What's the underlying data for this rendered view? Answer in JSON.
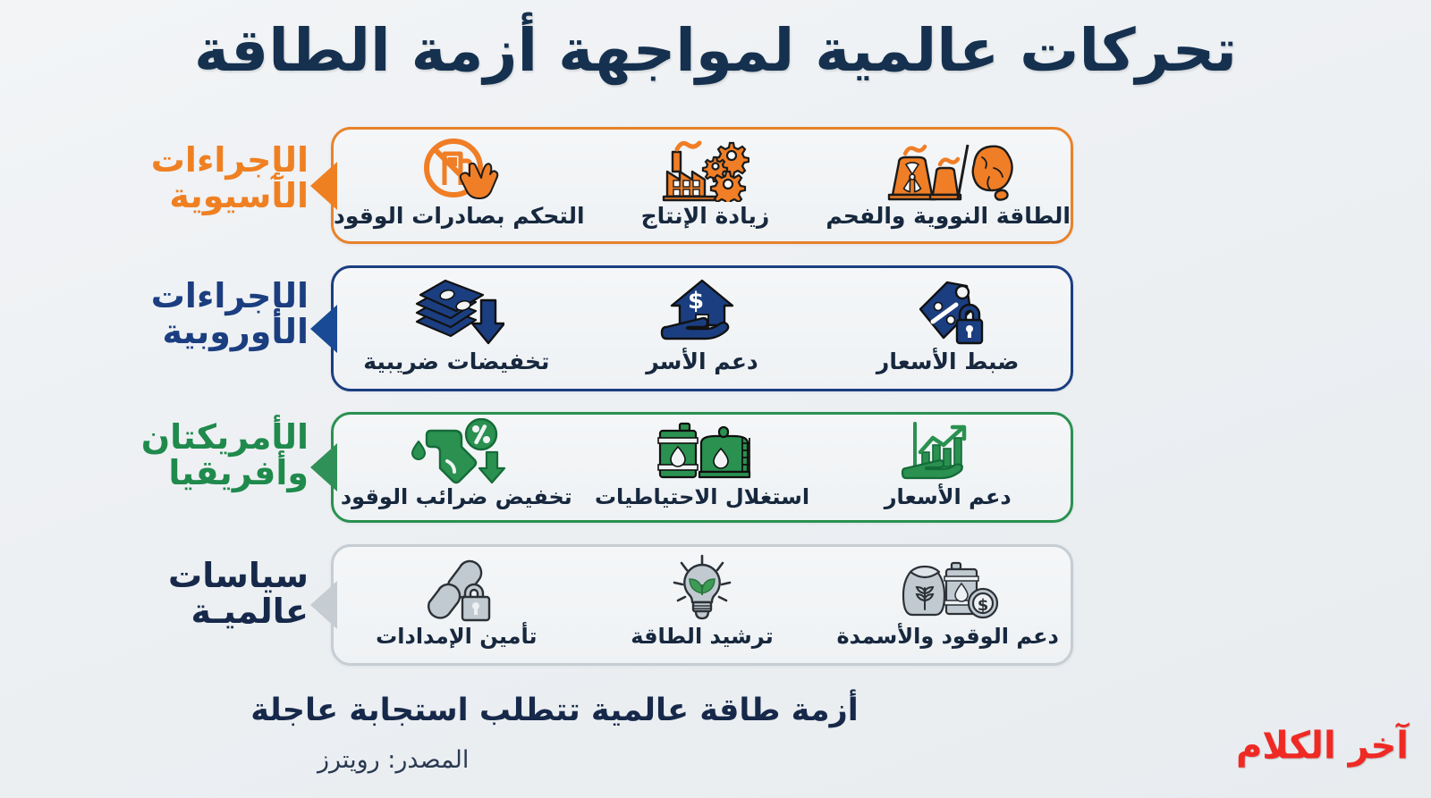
{
  "header": {
    "title": "تحركات عالمية لمواجهة أزمة الطاقة"
  },
  "colors": {
    "asia": "#ef8022",
    "europe": "#1b3e80",
    "americas_africa": "#1f8a4c",
    "global": "#17294a",
    "gray_icon": "#a8b2bb",
    "background": "#eef1f4",
    "logo_red": "#ef2a24",
    "label_text": "#17283e"
  },
  "rows": [
    {
      "category": "الإجراءات الآسيوية",
      "category_line1": "الإجراءات",
      "category_line2": "الآسيوية",
      "accent": "#ef8022",
      "items": [
        {
          "label": "الطاقة النووية والفحم",
          "icon": "nuclear-coal-icon"
        },
        {
          "label": "زيادة الإنتاج",
          "icon": "factory-gears-icon"
        },
        {
          "label": "التحكم بصادرات الوقود",
          "icon": "fuel-export-ban-icon"
        }
      ]
    },
    {
      "category": "الإجراءات الأوروبية",
      "category_line1": "الإجراءات",
      "category_line2": "الأوروبية",
      "accent": "#1b3e80",
      "items": [
        {
          "label": "ضبط الأسعار",
          "icon": "price-tag-lock-icon"
        },
        {
          "label": "دعم الأسر",
          "icon": "hand-house-dollar-icon"
        },
        {
          "label": "تخفيضات ضريبية",
          "icon": "cash-stack-down-arrow-icon"
        }
      ]
    },
    {
      "category": "الأمريكتان وأفريقيا",
      "category_line1": "الأمريكتان",
      "category_line2": "وأفريقيا",
      "accent": "#1f8a4c",
      "items": [
        {
          "label": "دعم الأسعار",
          "icon": "hand-growth-chart-icon"
        },
        {
          "label": "استغلال الاحتياطيات",
          "icon": "oil-barrel-tank-icon"
        },
        {
          "label": "تخفيض ضرائب الوقود",
          "icon": "fuel-nozzle-percent-down-icon"
        }
      ]
    },
    {
      "category": "سياسات عالميـة",
      "category_line1": "سياسات",
      "category_line2": "عالميـة",
      "accent": "#c5ccd2",
      "items": [
        {
          "label": "دعم الوقود والأسمدة",
          "icon": "fertilizer-sack-barrel-coin-icon"
        },
        {
          "label": "ترشيد الطاقة",
          "icon": "eco-lightbulb-icon"
        },
        {
          "label": "تأمين الإمدادات",
          "icon": "chain-padlock-icon"
        }
      ]
    }
  ],
  "footer": {
    "caption": "أزمة طاقة عالمية تتطلب استجابة عاجلة",
    "source": "المصدر: رويترز",
    "logo": "آخر الكلام"
  }
}
